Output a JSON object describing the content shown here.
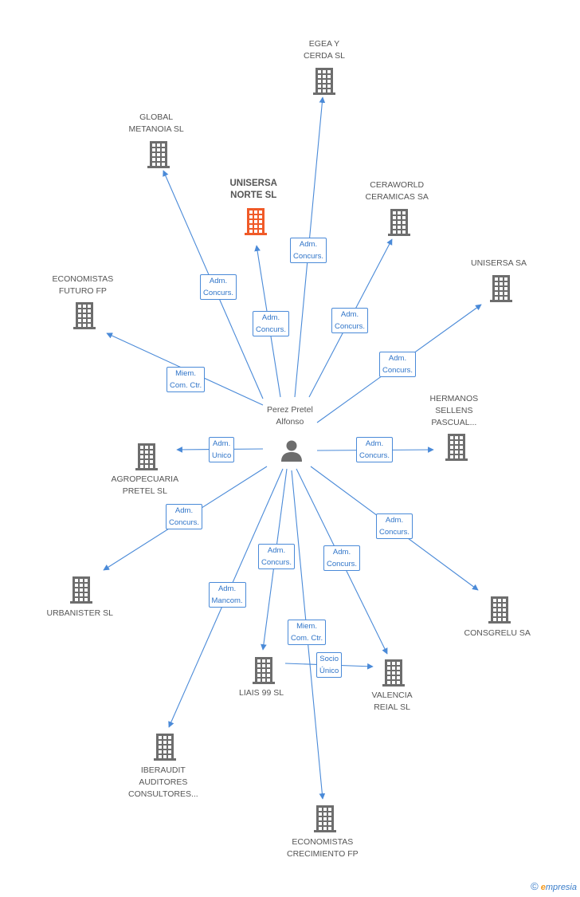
{
  "center": {
    "name_line1": "Perez Pretel",
    "name_line2": "Alfonso",
    "icon": "person-icon"
  },
  "companies": [
    {
      "id": "egea",
      "lines": [
        "EGEA Y",
        "CERDA SL"
      ],
      "highlight": false
    },
    {
      "id": "global",
      "lines": [
        "GLOBAL",
        "METANOIA SL"
      ],
      "highlight": false
    },
    {
      "id": "unisersa-norte",
      "lines": [
        "UNISERSA",
        "NORTE SL"
      ],
      "highlight": true
    },
    {
      "id": "ceraworld",
      "lines": [
        "CERAWORLD",
        "CERAMICAS SA"
      ],
      "highlight": false
    },
    {
      "id": "unisersa-sa",
      "lines": [
        "UNISERSA SA"
      ],
      "highlight": false
    },
    {
      "id": "economistas-futuro",
      "lines": [
        "ECONOMISTAS",
        "FUTURO FP"
      ],
      "highlight": false
    },
    {
      "id": "hermanos",
      "lines": [
        "HERMANOS",
        "SELLENS",
        "PASCUAL..."
      ],
      "highlight": false
    },
    {
      "id": "agropecuaria",
      "lines": [
        "AGROPECUARIA",
        "PRETEL SL"
      ],
      "highlight": false
    },
    {
      "id": "urbanister",
      "lines": [
        "URBANISTER SL"
      ],
      "highlight": false
    },
    {
      "id": "consgrelu",
      "lines": [
        "CONSGRELU SA"
      ],
      "highlight": false
    },
    {
      "id": "liais",
      "lines": [
        "LIAIS 99 SL"
      ],
      "highlight": false
    },
    {
      "id": "valencia",
      "lines": [
        "VALENCIA",
        "REIAL SL"
      ],
      "highlight": false
    },
    {
      "id": "iberaudit",
      "lines": [
        "IBERAUDIT",
        "AUDITORES",
        "CONSULTORES..."
      ],
      "highlight": false
    },
    {
      "id": "economistas-crecimiento",
      "lines": [
        "ECONOMISTAS",
        "CRECIMIENTO FP"
      ],
      "highlight": false
    }
  ],
  "relations": [
    {
      "to": "egea",
      "lines": [
        "Adm.",
        "Concurs."
      ]
    },
    {
      "to": "global",
      "lines": [
        "Adm.",
        "Concurs."
      ]
    },
    {
      "to": "unisersa-norte",
      "lines": [
        "Adm.",
        "Concurs."
      ]
    },
    {
      "to": "ceraworld",
      "lines": [
        "Adm.",
        "Concurs."
      ]
    },
    {
      "to": "unisersa-sa",
      "lines": [
        "Adm.",
        "Concurs."
      ]
    },
    {
      "to": "economistas-futuro",
      "lines": [
        "Miem.",
        "Com. Ctr."
      ]
    },
    {
      "to": "hermanos",
      "lines": [
        "Adm.",
        "Concurs."
      ]
    },
    {
      "to": "agropecuaria",
      "lines": [
        "Adm.",
        "Unico"
      ]
    },
    {
      "to": "urbanister",
      "lines": [
        "Adm.",
        "Concurs."
      ]
    },
    {
      "to": "consgrelu",
      "lines": [
        "Adm.",
        "Concurs."
      ]
    },
    {
      "to": "liais",
      "lines": [
        "Adm.",
        "Concurs."
      ]
    },
    {
      "to": "valencia",
      "lines": [
        "Adm.",
        "Concurs."
      ]
    },
    {
      "to": "iberaudit",
      "lines": [
        "Adm.",
        "Mancom."
      ]
    },
    {
      "to": "economistas-crecimiento",
      "lines": [
        "Miem.",
        "Com. Ctr."
      ]
    },
    {
      "from": "liais",
      "to": "valencia",
      "lines": [
        "Socio",
        "Único"
      ]
    }
  ],
  "colors": {
    "edge": "#4a8ad8",
    "building": "#6d6d6d",
    "building_highlight": "#f05a28",
    "person": "#6d6d6d"
  },
  "footer": {
    "copyright": "©",
    "brand_first": "e",
    "brand_rest": "mpresia"
  }
}
